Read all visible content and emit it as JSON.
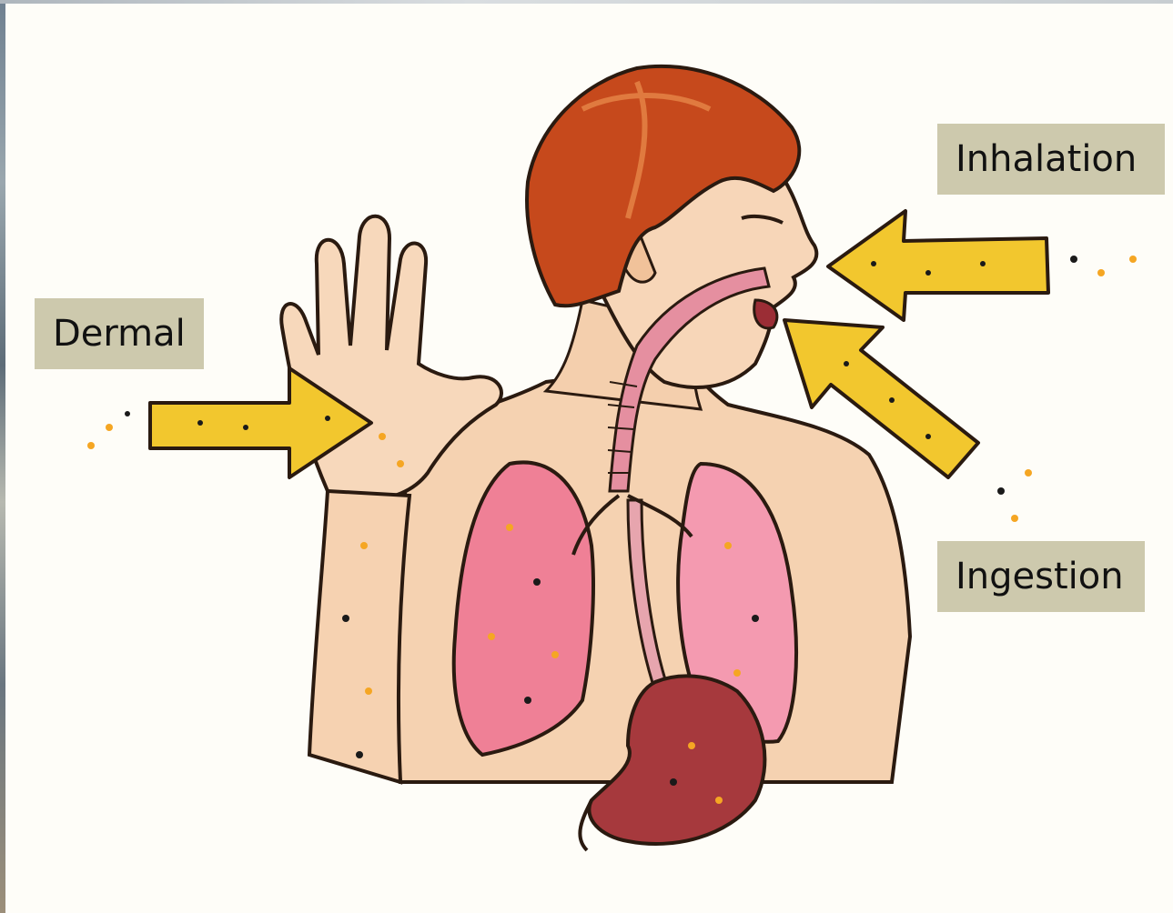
{
  "labels": {
    "inhalation": "Inhalation",
    "dermal": "Dermal",
    "ingestion": "Ingestion"
  },
  "colors": {
    "background": "#fefdf8",
    "label_background": "#cdc9ad",
    "arrow_fill": "#f2c72e",
    "hair": "#c2481c",
    "skin": "#f6d2b0",
    "lungs": "#ee7f98",
    "stomach": "#a53a3a"
  },
  "icons": [
    "exposure-arrow-inhalation",
    "exposure-arrow-dermal",
    "exposure-arrow-ingestion",
    "human-figure-illustration"
  ]
}
